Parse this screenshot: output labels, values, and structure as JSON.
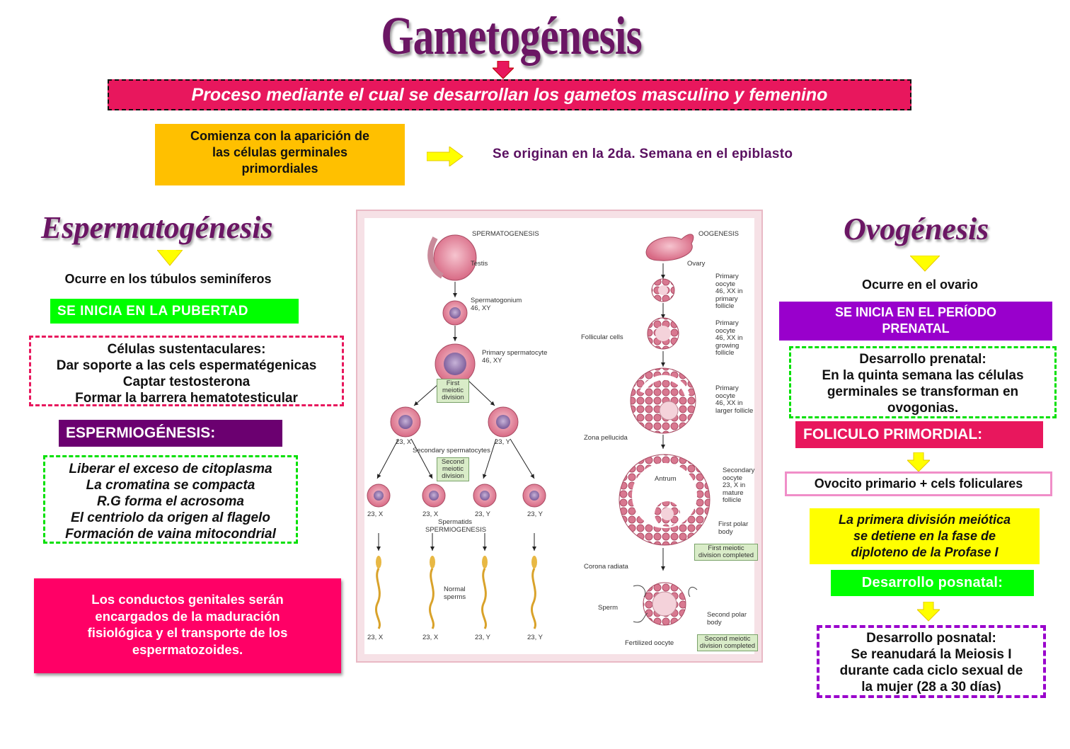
{
  "title": "Gametogénesis",
  "definition": "Proceso mediante el cual se desarrollan los gametos masculino y femenino",
  "origin": {
    "box": [
      "Comienza con la aparición de",
      "las células germinales",
      "primordiales"
    ],
    "note": "Se originan en la 2da. Semana en el epiblasto"
  },
  "sperm": {
    "heading": "Espermatogénesis",
    "location": "Ocurre en los túbulos seminíferos",
    "start": "SE INICIA EN LA PUBERTAD",
    "sertoli": [
      "Células sustentaculares:",
      "Dar soporte a las cels espermatégenicas",
      "Captar testosterona",
      "Formar la barrera hematotesticular"
    ],
    "spermiogenesis_title": "ESPERMIOGÉNESIS:",
    "spermiogenesis": [
      "Liberar el exceso de citoplasma",
      "La cromatina se compacta",
      "R.G forma el acrosoma",
      "El centriolo da origen al flagelo",
      "Formación de vaina mitocondrial"
    ],
    "ducts": [
      "Los conductos genitales serán",
      "encargados de la maduración",
      "fisiológica y el transporte de los",
      "espermatozoides."
    ]
  },
  "ovo": {
    "heading": "Ovogénesis",
    "location": "Ocurre en el ovario",
    "start": [
      "SE INICIA EN EL PERÍODO",
      "PRENATAL"
    ],
    "prenatal": [
      "Desarrollo prenatal:",
      "En la quinta semana las células",
      "germinales se transforman en",
      "ovogonias."
    ],
    "primordial": "FOLICULO PRIMORDIAL:",
    "composition": "Ovocito primario + cels foliculares",
    "meiosis": [
      "La primera división meiótica",
      "se detiene en la fase de",
      "diploteno de la Profase I"
    ],
    "postnatal_title": "Desarrollo posnatal:",
    "postnatal": [
      "Desarrollo posnatal:",
      "Se reanudará la Meiosis I",
      "durante cada ciclo sexual de",
      "la mujer (28 a 30 días)"
    ]
  },
  "figure": {
    "spermatogenesis": "SPERMATOGENESIS",
    "oogenesis": "OOGENESIS",
    "testis": "Testis",
    "spermatogonium": [
      "Spermatogonium",
      "46, XY"
    ],
    "primary_spermatocyte": [
      "Primary spermatocyte",
      "46, XY"
    ],
    "first_division": [
      "First",
      "meiotic",
      "division"
    ],
    "second_division": [
      "Second",
      "meiotic",
      "division"
    ],
    "secondary_spermatocytes": "Secondary spermatocytes",
    "chrom_23x": "23, X",
    "chrom_23y": "23, Y",
    "spermatids": "Spermatids",
    "spermiogenesis": "SPERMIOGENESIS",
    "normal_sperms": [
      "Normal",
      "sperms"
    ],
    "ovary": "Ovary",
    "primary_oocyte_1": [
      "Primary oocyte",
      "46, XX in",
      "primary follicle"
    ],
    "primary_oocyte_2": [
      "Primary oocyte",
      "46, XX in",
      "growing follicle"
    ],
    "follicular_cells": "Follicular cells",
    "primary_oocyte_3": [
      "Primary oocyte",
      "46, XX in",
      "larger follicle"
    ],
    "zona_pellucida": "Zona pellucida",
    "antrum": "Antrum",
    "secondary_oocyte": [
      "Secondary",
      "oocyte",
      "23, X in",
      "mature follicle"
    ],
    "first_polar_body": "First polar body",
    "first_division_completed": [
      "First meiotic",
      "division completed"
    ],
    "corona_radiata": "Corona radiata",
    "sperm": "Sperm",
    "second_polar_body": "Second polar body",
    "fertilized_oocyte": "Fertilized oocyte",
    "second_division_completed": [
      "Second meiotic",
      "division completed"
    ]
  },
  "colors": {
    "purple": "#6b1664",
    "pink": "#e8175d",
    "yellow": "#ffc000",
    "green": "#00ff00",
    "violet": "#9900cc"
  }
}
